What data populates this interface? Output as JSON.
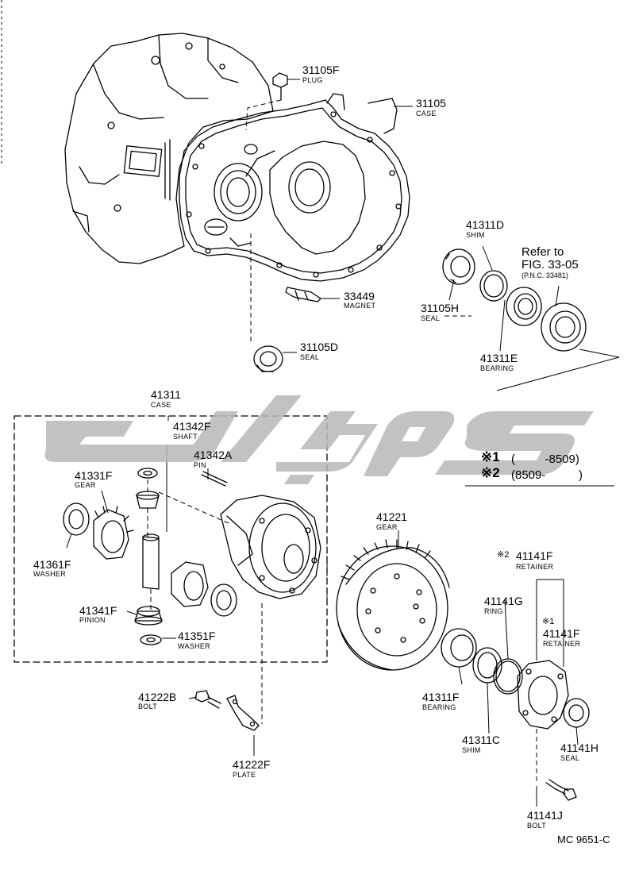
{
  "parts": [
    {
      "id": "p1",
      "number": "31105F",
      "name": "PLUG"
    },
    {
      "id": "p2",
      "number": "31105",
      "name": "CASE"
    },
    {
      "id": "p3",
      "number": "33449",
      "name": "MAGNET"
    },
    {
      "id": "p4",
      "number": "31105D",
      "name": "SEAL"
    },
    {
      "id": "p5",
      "number": "41311D",
      "name": "SHIM"
    },
    {
      "id": "p6",
      "number": "31105H",
      "name": "SEAL"
    },
    {
      "id": "p7",
      "number": "41311E",
      "name": "BEARING"
    },
    {
      "id": "p8",
      "number": "41311",
      "name": "CASE"
    },
    {
      "id": "p9",
      "number": "41342F",
      "name": "SHAFT"
    },
    {
      "id": "p10",
      "number": "41342A",
      "name": "PIN"
    },
    {
      "id": "p11",
      "number": "41331F",
      "name": "GEAR"
    },
    {
      "id": "p12",
      "number": "41361F",
      "name": "WASHER"
    },
    {
      "id": "p13",
      "number": "41341F",
      "name": "PINION"
    },
    {
      "id": "p14",
      "number": "41351F",
      "name": "WASHER"
    },
    {
      "id": "p15",
      "number": "41221",
      "name": "GEAR"
    },
    {
      "id": "p16",
      "number": "41141F",
      "name": "RETAINER",
      "mark": "※2"
    },
    {
      "id": "p17",
      "number": "41141G",
      "name": "RING"
    },
    {
      "id": "p18",
      "number": "41141F",
      "name": "RETAINER",
      "mark": "※1"
    },
    {
      "id": "p19",
      "number": "41311F",
      "name": "BEARING"
    },
    {
      "id": "p20",
      "number": "41311C",
      "name": "SHIM"
    },
    {
      "id": "p21",
      "number": "41141H",
      "name": "SEAL"
    },
    {
      "id": "p22",
      "number": "41222B",
      "name": "BOLT"
    },
    {
      "id": "p23",
      "number": "41222F",
      "name": "PLATE"
    },
    {
      "id": "p24",
      "number": "41141J",
      "name": "BOLT"
    }
  ],
  "reference": {
    "line1": "Refer to",
    "line2": "FIG. 33-05",
    "line3": "(P.N.C. 33481)"
  },
  "notes": [
    {
      "mark": "※1",
      "text": "(         -8509)"
    },
    {
      "mark": "※2",
      "text": "(8509-          )"
    }
  ],
  "figure_code": "MC 9651-C",
  "colors": {
    "line": "#000000",
    "watermark": "#b8b8b8"
  }
}
